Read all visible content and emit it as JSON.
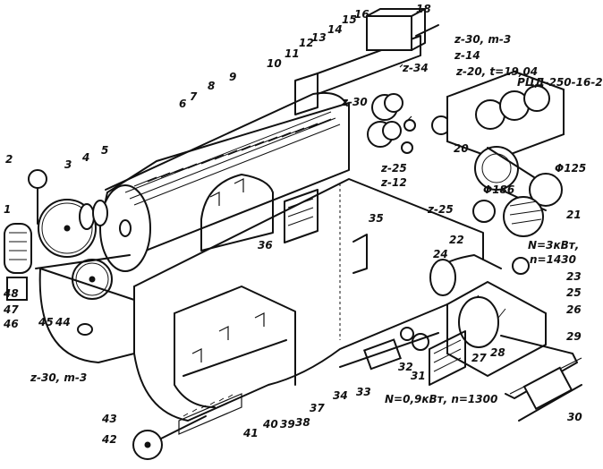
{
  "callouts": [
    "1",
    "2",
    "3",
    "4",
    "5",
    "6",
    "7",
    "8",
    "9",
    "10",
    "11",
    "12",
    "13",
    "14",
    "15",
    "16",
    "18",
    "20",
    "21",
    "22",
    "23",
    "24",
    "25",
    "26",
    "27",
    "28",
    "29",
    "30",
    "31",
    "32",
    "33",
    "34",
    "35",
    "36",
    "37",
    "38",
    "39",
    "40",
    "41",
    "42",
    "43",
    "44",
    "45",
    "46",
    "47",
    "48"
  ],
  "annotations": {
    "gear_z30_m3_top": "z-30, m-3",
    "gear_z14": "z-14",
    "gear_z20_t": "z-20, t=19,04",
    "gear_z30": "z-30",
    "gear_z25_a": "z-25",
    "gear_z12": "z-12",
    "gear_z25_b": "z-25",
    "gear_z34": "z-34",
    "gear_z30_m3_bottom": "z-30, m-3",
    "reducer": "РЦД-250-16-2",
    "pulley_125": "Φ125",
    "pulley_186": "Φ186",
    "motor_main": "N=3кВт,",
    "motor_main_rpm": "n=1430",
    "motor_small": "N=0,9кВт, n=1300",
    "num_11": "11",
    "num_12": "12",
    "num_13": "13",
    "num_14": "14",
    "num_15": "15",
    "num_16": "16",
    "num_18": "18",
    "num_10": "10"
  }
}
